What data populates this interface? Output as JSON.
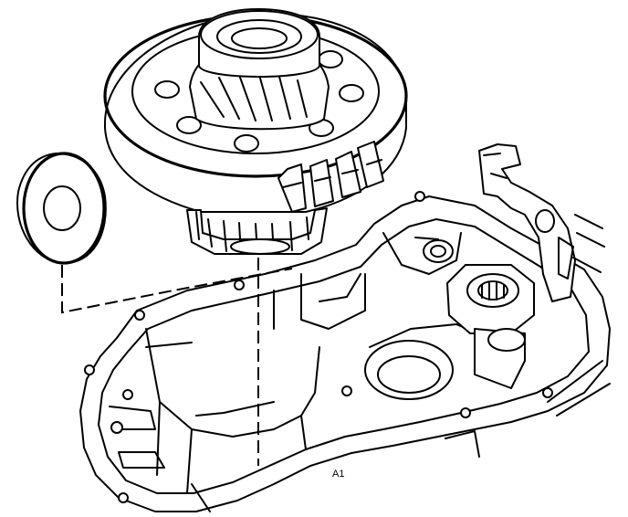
{
  "figure": {
    "code_label": "A1",
    "parts": [
      "differential-assembly",
      "washer",
      "transaxle-case"
    ]
  }
}
